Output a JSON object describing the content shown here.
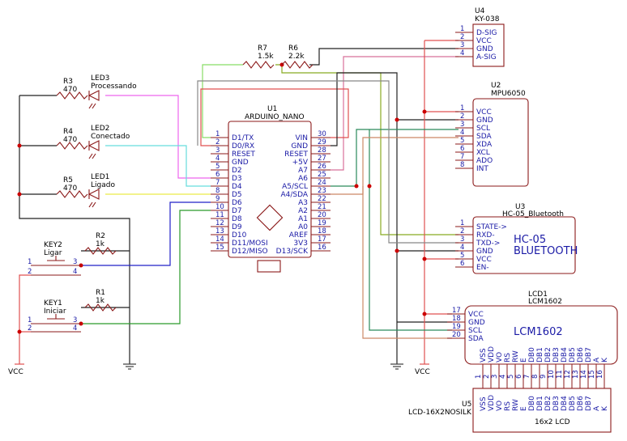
{
  "u4": {
    "ref": "U4",
    "part": "KY-038",
    "pins": [
      {
        "num": "1",
        "name": "D-SIG"
      },
      {
        "num": "2",
        "name": "VCC"
      },
      {
        "num": "3",
        "name": "GND"
      },
      {
        "num": "4",
        "name": "A-SIG"
      }
    ]
  },
  "u2": {
    "ref": "U2",
    "part": "MPU6050",
    "pins": [
      {
        "num": "1",
        "name": "VCC"
      },
      {
        "num": "2",
        "name": "GND"
      },
      {
        "num": "3",
        "name": "SCL"
      },
      {
        "num": "4",
        "name": "SDA"
      },
      {
        "num": "5",
        "name": "XDA"
      },
      {
        "num": "6",
        "name": "XCL"
      },
      {
        "num": "7",
        "name": "ADO"
      },
      {
        "num": "8",
        "name": "INT"
      }
    ]
  },
  "u1": {
    "ref": "U1",
    "part": "ARDUINO_NANO",
    "left_pins": [
      {
        "num": "1",
        "name": "D1/TX"
      },
      {
        "num": "2",
        "name": "D0/RX"
      },
      {
        "num": "3",
        "name": "RESET"
      },
      {
        "num": "4",
        "name": "GND"
      },
      {
        "num": "5",
        "name": "D2"
      },
      {
        "num": "6",
        "name": "D3"
      },
      {
        "num": "7",
        "name": "D4"
      },
      {
        "num": "8",
        "name": "D5"
      },
      {
        "num": "9",
        "name": "D6"
      },
      {
        "num": "10",
        "name": "D7"
      },
      {
        "num": "11",
        "name": "D8"
      },
      {
        "num": "12",
        "name": "D9"
      },
      {
        "num": "13",
        "name": "D10"
      },
      {
        "num": "14",
        "name": "D11/MOSI"
      },
      {
        "num": "15",
        "name": "D12/MISO"
      }
    ],
    "right_pins": [
      {
        "num": "30",
        "name": "VIN"
      },
      {
        "num": "29",
        "name": "GND"
      },
      {
        "num": "28",
        "name": "RESET"
      },
      {
        "num": "27",
        "name": "+5V"
      },
      {
        "num": "26",
        "name": "A7"
      },
      {
        "num": "25",
        "name": "A6"
      },
      {
        "num": "24",
        "name": "A5/SCL"
      },
      {
        "num": "23",
        "name": "A4/SDA"
      },
      {
        "num": "22",
        "name": "A3"
      },
      {
        "num": "21",
        "name": "A2"
      },
      {
        "num": "20",
        "name": "A1"
      },
      {
        "num": "19",
        "name": "A0"
      },
      {
        "num": "18",
        "name": "AREF"
      },
      {
        "num": "17",
        "name": "3V3"
      },
      {
        "num": "16",
        "name": "D13/SCK"
      }
    ]
  },
  "u3": {
    "ref": "U3",
    "part": "HC-05_Bluetooth",
    "big1": "HC-05",
    "big2": "BLUETOOTH",
    "pins": [
      {
        "num": "1",
        "name": "STATE->"
      },
      {
        "num": "2",
        "name": "RXD-"
      },
      {
        "num": "3",
        "name": "TXD->"
      },
      {
        "num": "4",
        "name": "GND"
      },
      {
        "num": "5",
        "name": "VCC"
      },
      {
        "num": "6",
        "name": "EN-"
      }
    ]
  },
  "lcd1": {
    "ref": "LCD1",
    "part": "LCM1602",
    "big": "LCM1602",
    "pins": [
      {
        "num": "17",
        "name": "VCC"
      },
      {
        "num": "18",
        "name": "GND"
      },
      {
        "num": "19",
        "name": "SCL"
      },
      {
        "num": "20",
        "name": "SDA"
      }
    ],
    "bottom_pins": [
      {
        "num": "1",
        "name": "VSS"
      },
      {
        "num": "2",
        "name": "VDD"
      },
      {
        "num": "3",
        "name": "VO"
      },
      {
        "num": "4",
        "name": "RS"
      },
      {
        "num": "5",
        "name": "RW"
      },
      {
        "num": "6",
        "name": "E"
      },
      {
        "num": "7",
        "name": "DB0"
      },
      {
        "num": "8",
        "name": "DB1"
      },
      {
        "num": "9",
        "name": "DB2"
      },
      {
        "num": "10",
        "name": "DB3"
      },
      {
        "num": "11",
        "name": "DB4"
      },
      {
        "num": "12",
        "name": "DB5"
      },
      {
        "num": "13",
        "name": "DB6"
      },
      {
        "num": "14",
        "name": "DB7"
      },
      {
        "num": "15",
        "name": "A"
      },
      {
        "num": "16",
        "name": "K"
      }
    ]
  },
  "u5": {
    "ref": "U5",
    "part": "LCD-16X2NOSILK",
    "inner": "16x2 LCD"
  },
  "resistors": {
    "r1": {
      "ref": "R1",
      "value": "1k"
    },
    "r2": {
      "ref": "R2",
      "value": "1k"
    },
    "r3": {
      "ref": "R3",
      "value": "470"
    },
    "r4": {
      "ref": "R4",
      "value": "470"
    },
    "r5": {
      "ref": "R5",
      "value": "470"
    },
    "r6": {
      "ref": "R6",
      "value": "2.2k"
    },
    "r7": {
      "ref": "R7",
      "value": "1.5k"
    }
  },
  "leds": {
    "led1": {
      "ref": "LED1",
      "name": "Ligado"
    },
    "led2": {
      "ref": "LED2",
      "name": "Conectado"
    },
    "led3": {
      "ref": "LED3",
      "name": "Processando"
    }
  },
  "keys": {
    "key1": {
      "ref": "KEY1",
      "name": "Iniciar"
    },
    "key2": {
      "ref": "KEY2",
      "name": "Ligar"
    }
  },
  "supply": {
    "vcc_left": "VCC",
    "vcc_right": "VCC"
  },
  "colors": {
    "component": "#8b1a1a",
    "pin_text": "#1a1aa6",
    "junction": "#cc0000"
  }
}
